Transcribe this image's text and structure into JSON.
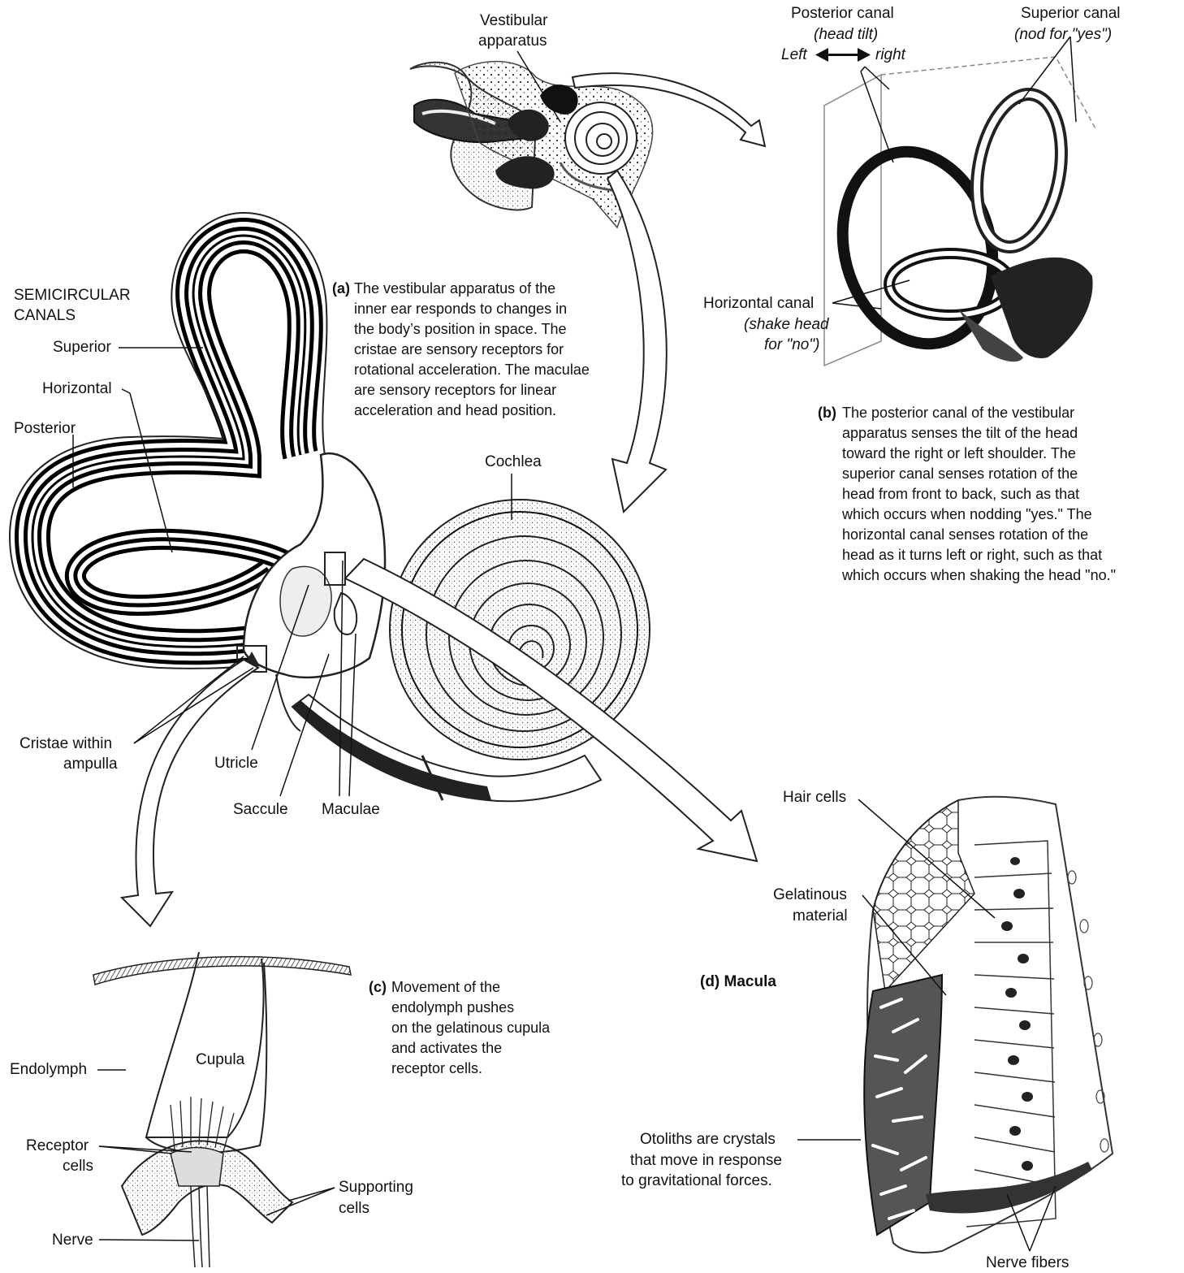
{
  "figure_a": {
    "tag": "(a)",
    "caption_lines": [
      "The vestibular apparatus of the",
      "inner ear responds to changes in",
      "the body’s position in space. The",
      "cristae are sensory receptors for",
      "rotational acceleration. The maculae",
      "are sensory receptors for linear",
      "acceleration and head position."
    ],
    "labels": {
      "vestibular_1": "Vestibular",
      "vestibular_2": "apparatus",
      "semicircular_1": "SEMICIRCULAR",
      "semicircular_2": "CANALS",
      "superior": "Superior",
      "horizontal": "Horizontal",
      "posterior": "Posterior",
      "cochlea": "Cochlea",
      "cristae_1": "Cristae within",
      "cristae_2": "ampulla",
      "utricle": "Utricle",
      "saccule": "Saccule",
      "maculae": "Maculae"
    }
  },
  "figure_b": {
    "tag": "(b)",
    "caption_lines": [
      "The posterior canal of the vestibular",
      "apparatus senses the tilt of the head",
      "toward the right or left shoulder. The",
      "superior canal senses rotation of the",
      "head from front to back, such as that",
      "which occurs when nodding \"yes.\" The",
      "horizontal canal senses rotation of the",
      "head as it turns left or right, such as that",
      "which occurs when shaking the head \"no.\""
    ],
    "labels": {
      "posterior_canal": "Posterior canal",
      "head_tilt": "(head tilt)",
      "left": "Left",
      "right": "right",
      "superior_canal": "Superior canal",
      "nod": "(nod for \"yes\")",
      "horizontal_canal": "Horizontal canal",
      "shake_1": "(shake head",
      "shake_2": "for \"no\")"
    }
  },
  "figure_c": {
    "tag": "(c)",
    "caption_lines": [
      "Movement of the",
      "endolymph pushes",
      "on the gelatinous cupula",
      "and activates the",
      "receptor cells."
    ],
    "labels": {
      "endolymph": "Endolymph",
      "cupula": "Cupula",
      "receptor_1": "Receptor",
      "receptor_2": "cells",
      "supporting_1": "Supporting",
      "supporting_2": "cells",
      "nerve": "Nerve"
    }
  },
  "figure_d": {
    "title": "(d) Macula",
    "labels": {
      "hair_cells": "Hair cells",
      "gelatinous_1": "Gelatinous",
      "gelatinous_2": "material",
      "otoliths_1": "Otoliths are crystals",
      "otoliths_2": "that move in response",
      "otoliths_3": "to gravitational forces.",
      "nerve_fibers": "Nerve fibers"
    }
  }
}
